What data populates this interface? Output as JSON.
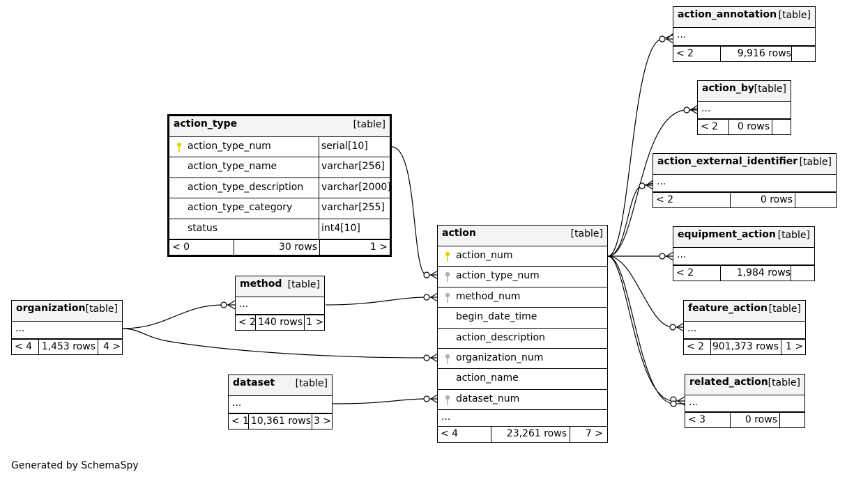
{
  "footer": "Generated by SchemaSpy",
  "colors": {
    "primary_key": "#e0d200",
    "foreign_key": "#b0b0b0",
    "header_bg": "#f4f4f4"
  },
  "tables": {
    "action_annotation": {
      "name": "action_annotation",
      "type": "[table]",
      "ellipsis": "...",
      "parents": "< 2",
      "rows": "9,916 rows",
      "children": ""
    },
    "action_by": {
      "name": "action_by",
      "type": "[table]",
      "ellipsis": "...",
      "parents": "< 2",
      "rows": "0 rows",
      "children": ""
    },
    "action_external_identifier": {
      "name": "action_external_identifier",
      "type": "[table]",
      "ellipsis": "...",
      "parents": "< 2",
      "rows": "0 rows",
      "children": ""
    },
    "equipment_action": {
      "name": "equipment_action",
      "type": "[table]",
      "ellipsis": "...",
      "parents": "< 2",
      "rows": "1,984 rows",
      "children": ""
    },
    "feature_action": {
      "name": "feature_action",
      "type": "[table]",
      "ellipsis": "...",
      "parents": "< 2",
      "rows": "901,373 rows",
      "children": "1 >"
    },
    "related_action": {
      "name": "related_action",
      "type": "[table]",
      "ellipsis": "...",
      "parents": "< 3",
      "rows": "0 rows",
      "children": ""
    },
    "method": {
      "name": "method",
      "type": "[table]",
      "ellipsis": "...",
      "parents": "< 2",
      "rows": "140 rows",
      "children": "1 >"
    },
    "organization": {
      "name": "organization",
      "type": "[table]",
      "ellipsis": "...",
      "parents": "< 4",
      "rows": "1,453 rows",
      "children": "4 >"
    },
    "dataset": {
      "name": "dataset",
      "type": "[table]",
      "ellipsis": "...",
      "parents": "< 1",
      "rows": "10,361 rows",
      "children": "3 >"
    },
    "action_type": {
      "name": "action_type",
      "type": "[table]",
      "columns": [
        {
          "name": "action_type_num",
          "type": "serial[10]",
          "key": "pk"
        },
        {
          "name": "action_type_name",
          "type": "varchar[256]",
          "key": ""
        },
        {
          "name": "action_type_description",
          "type": "varchar[2000]",
          "key": ""
        },
        {
          "name": "action_type_category",
          "type": "varchar[255]",
          "key": ""
        },
        {
          "name": "status",
          "type": "int4[10]",
          "key": ""
        }
      ],
      "parents": "< 0",
      "rows": "30 rows",
      "children": "1 >"
    },
    "action": {
      "name": "action",
      "type": "[table]",
      "columns": [
        {
          "name": "action_num",
          "key": "pk"
        },
        {
          "name": "action_type_num",
          "key": "fk"
        },
        {
          "name": "method_num",
          "key": "fk"
        },
        {
          "name": "begin_date_time",
          "key": ""
        },
        {
          "name": "action_description",
          "key": ""
        },
        {
          "name": "organization_num",
          "key": "fk"
        },
        {
          "name": "action_name",
          "key": ""
        },
        {
          "name": "dataset_num",
          "key": "fk"
        }
      ],
      "ellipsis": "...",
      "parents": "< 4",
      "rows": "23,261 rows",
      "children": "7 >"
    }
  }
}
